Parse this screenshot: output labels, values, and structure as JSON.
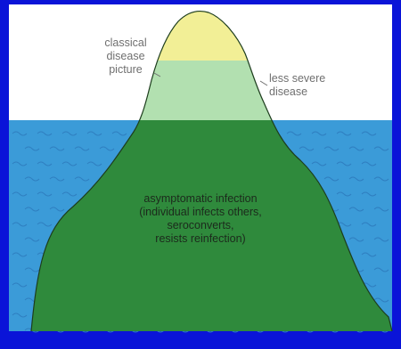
{
  "labels": {
    "top": [
      "classical",
      "disease",
      "picture"
    ],
    "right": [
      "less severe",
      "disease"
    ],
    "center": [
      "asymptomatic infection",
      "(individual infects others,",
      "seroconverts,",
      "resists reinfection)"
    ]
  },
  "colors": {
    "slide_background": "#0a14d8",
    "sky": "#ffffff",
    "sea": "#3b9bd8",
    "wave": "#2f7fc0",
    "tip": "#f2ef96",
    "middle": "#b2e0b0",
    "underwater": "#2f8a3c",
    "outline": "#1d3d1d"
  }
}
